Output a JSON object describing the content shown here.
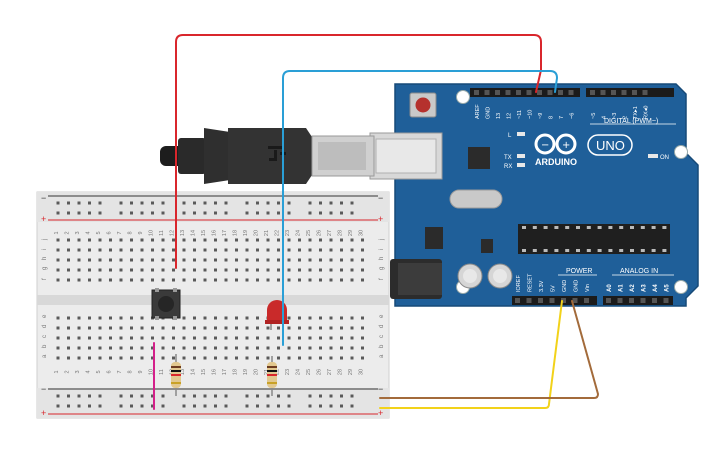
{
  "breadboard": {
    "row_labels_top": [
      "j",
      "i",
      "h",
      "g",
      "f"
    ],
    "row_labels_bottom": [
      "e",
      "d",
      "c",
      "b",
      "a"
    ],
    "column_numbers": [
      "1",
      "2",
      "3",
      "4",
      "5",
      "6",
      "7",
      "8",
      "9",
      "10",
      "11",
      "12",
      "13",
      "14",
      "15",
      "16",
      "17",
      "18",
      "19",
      "20",
      "21",
      "22",
      "23",
      "24",
      "25",
      "26",
      "27",
      "28",
      "29",
      "30"
    ],
    "rail_plus": "+",
    "rail_minus": "−"
  },
  "arduino": {
    "brand": "ARDUINO",
    "model": "UNO",
    "digital_label": "DIGITAL (PWM~)",
    "power_label": "POWER",
    "analog_label": "ANALOG IN",
    "on_label": "ON",
    "led_l": "L",
    "led_tx": "TX",
    "led_rx": "RX",
    "digital_pins": [
      "AREF",
      "GND",
      "13",
      "12",
      "~11",
      "~10",
      "~9",
      "8",
      "7",
      "~6",
      "~5",
      "4",
      "~3",
      "2",
      "TX▸1",
      "RX◂0"
    ],
    "power_pins": [
      "IOREF",
      "RESET",
      "3.3V",
      "5V",
      "GND",
      "GND",
      "Vin"
    ],
    "analog_pins": [
      "A0",
      "A1",
      "A2",
      "A3",
      "A4",
      "A5"
    ]
  },
  "colors": {
    "board_blue": "#1f5f99",
    "board_edge": "#2a77bf",
    "wire_red": "#d9262c",
    "wire_blue": "#2a9fd6",
    "wire_yellow": "#f2d21a",
    "wire_brown": "#a36b3b",
    "wire_magenta": "#d4208a",
    "breadboard": "#ececec",
    "rail_red": "#d9262c",
    "rail_black": "#333333"
  }
}
